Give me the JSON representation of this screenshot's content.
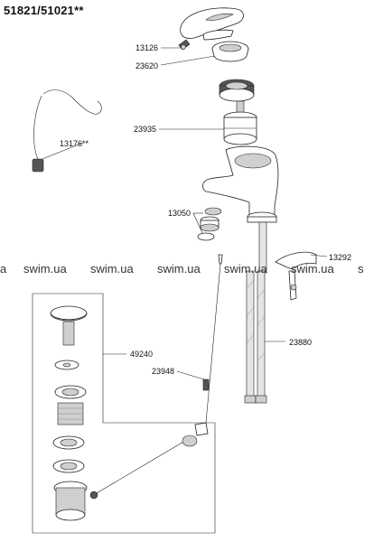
{
  "title": "51821/51021**",
  "callouts": {
    "screw": "13126",
    "cap": "23620",
    "chain": "13176**",
    "cartridge": "23935",
    "aerator": "13050",
    "bracket": "13292",
    "hoses": "23880",
    "waste_set": "49240",
    "pull_rod": "23948"
  },
  "watermark": {
    "text": "swim.ua",
    "partial_left": "a",
    "partial_right": "s"
  }
}
